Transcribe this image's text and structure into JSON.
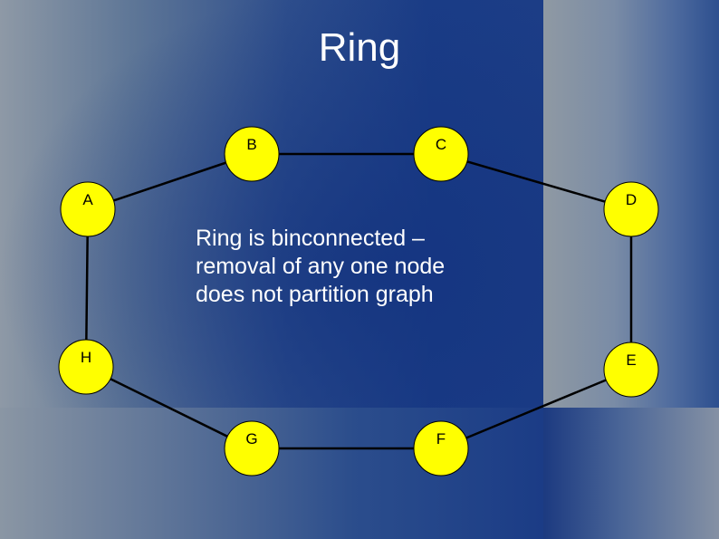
{
  "slide": {
    "title": "Ring",
    "caption_lines": [
      "Ring is binconnected –",
      "removal of any one node",
      "does not partition graph"
    ]
  },
  "graph": {
    "node_fill": "#ffff00",
    "edge_color": "#000000",
    "nodes": [
      {
        "id": "B",
        "label": "B"
      },
      {
        "id": "C",
        "label": "C"
      },
      {
        "id": "A",
        "label": "A"
      },
      {
        "id": "D",
        "label": "D"
      },
      {
        "id": "H",
        "label": "H"
      },
      {
        "id": "E",
        "label": "E"
      },
      {
        "id": "G",
        "label": "G"
      },
      {
        "id": "F",
        "label": "F"
      }
    ],
    "edges": [
      [
        "A",
        "B"
      ],
      [
        "B",
        "C"
      ],
      [
        "C",
        "D"
      ],
      [
        "D",
        "E"
      ],
      [
        "E",
        "F"
      ],
      [
        "F",
        "G"
      ],
      [
        "G",
        "H"
      ],
      [
        "H",
        "A"
      ]
    ]
  }
}
